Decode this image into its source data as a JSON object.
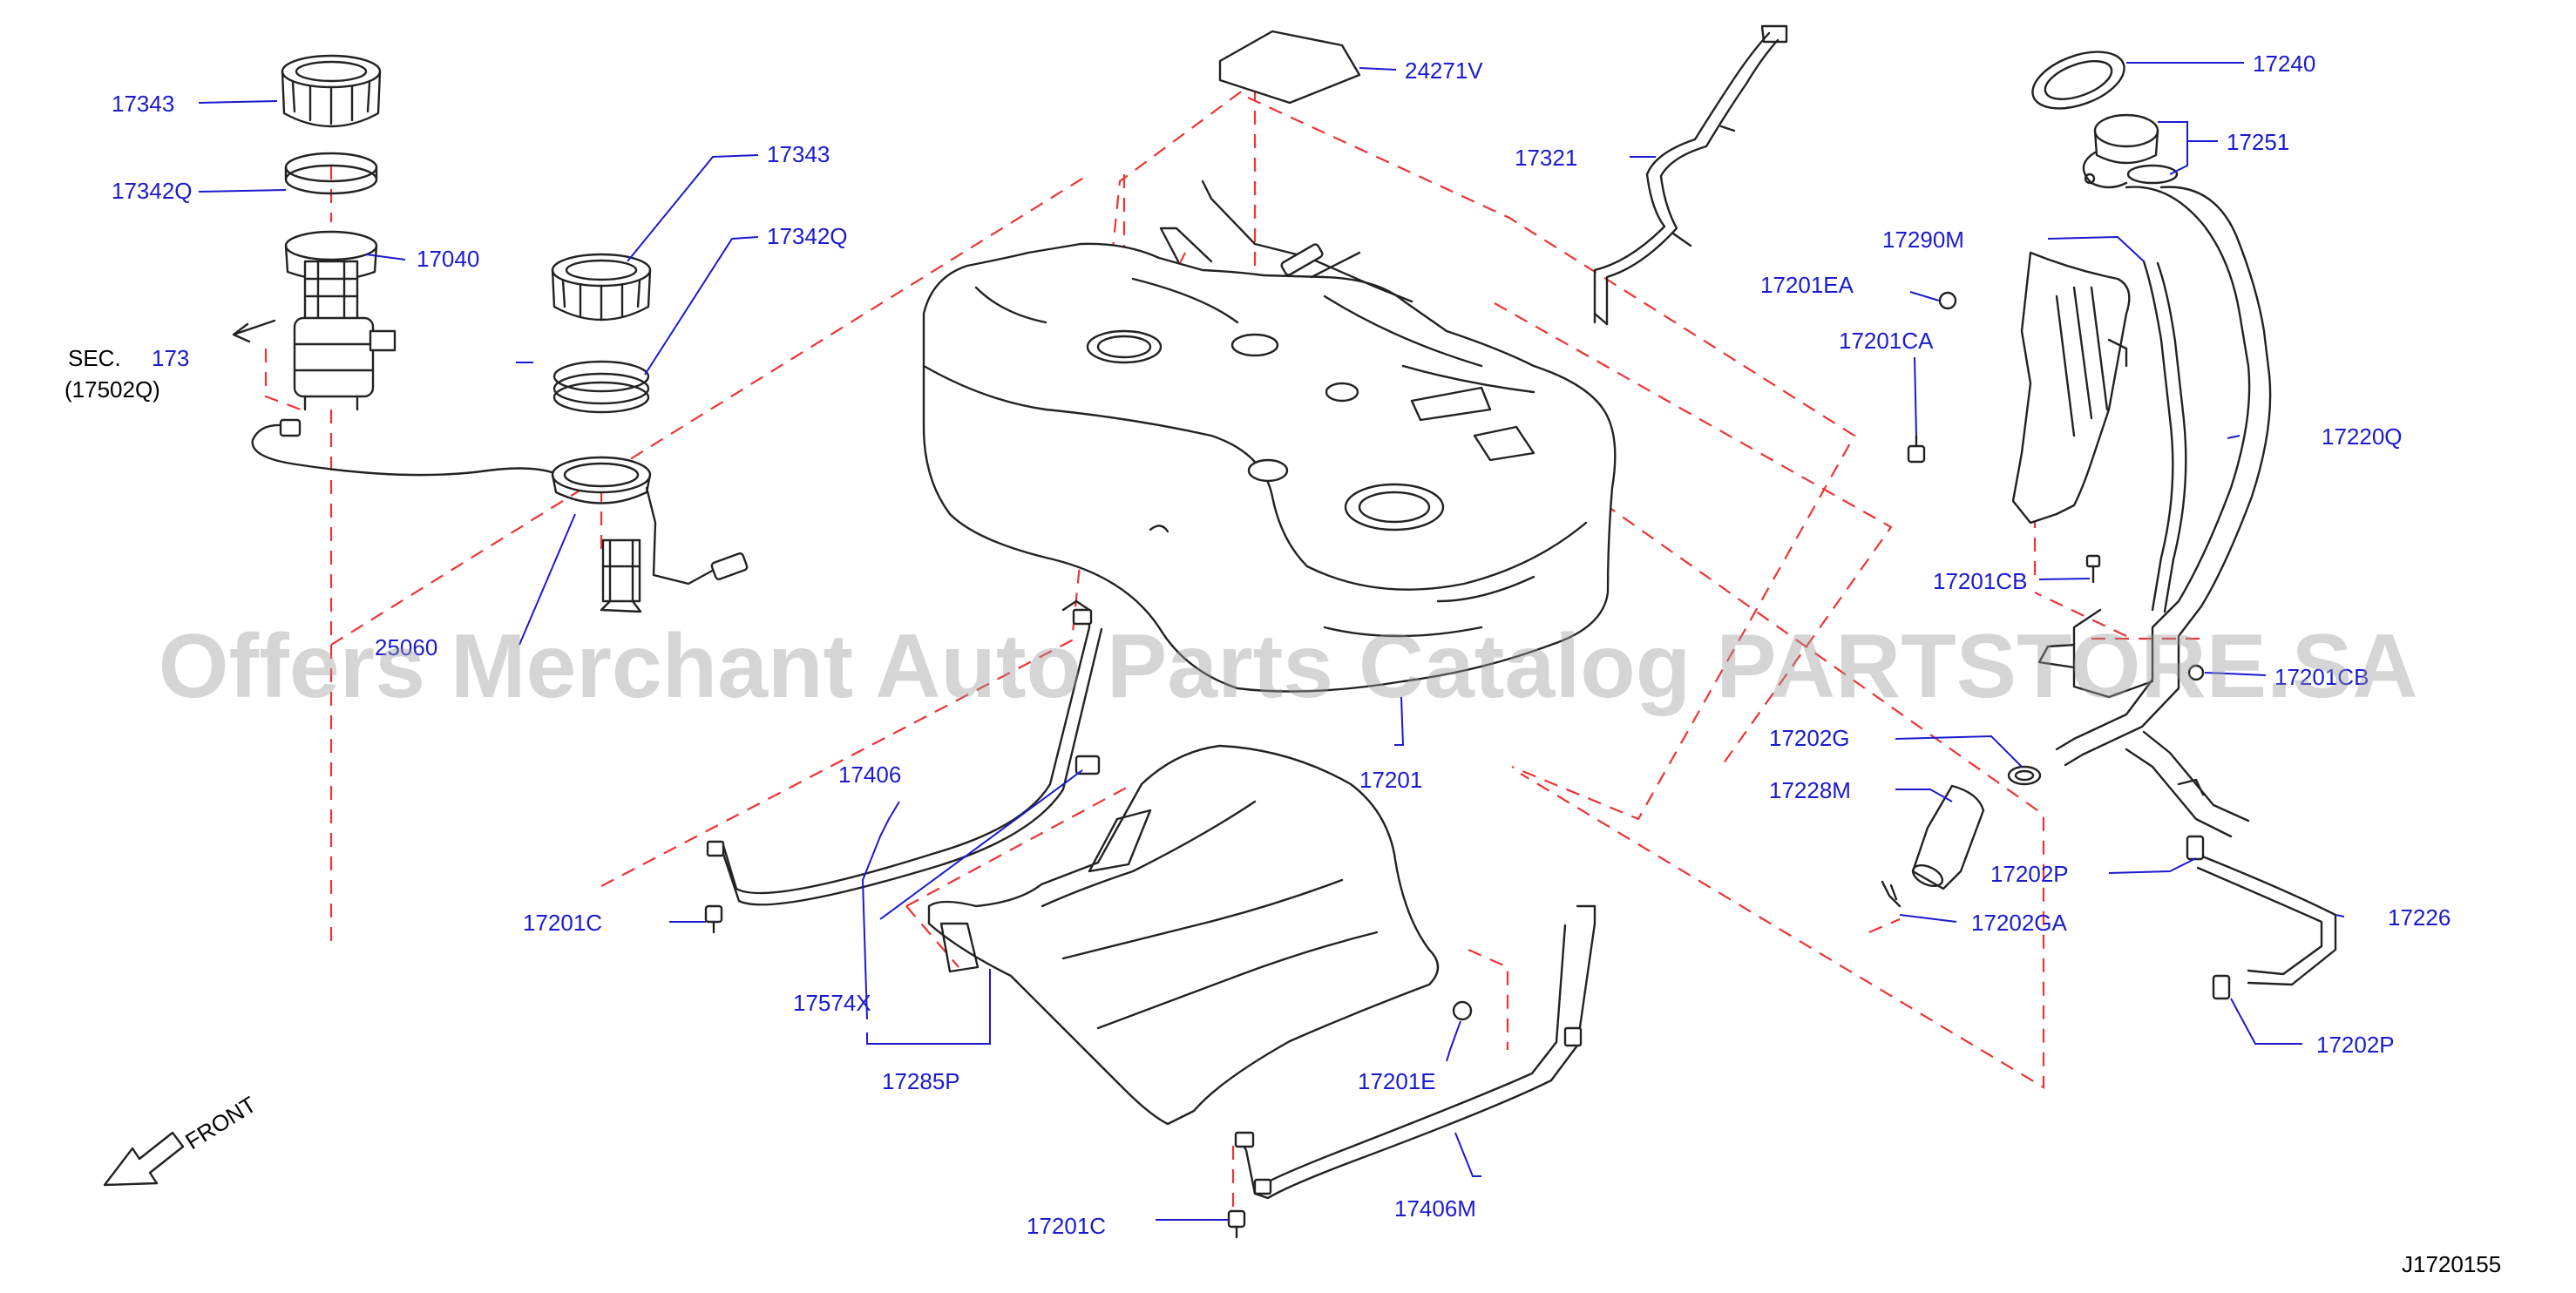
{
  "diagram_id": "J1720155",
  "watermark": "Offers Merchant Auto Parts Catalog PARTSTORE.SA",
  "front_label": "FRONT",
  "sec_ref": {
    "prefix": "SEC.",
    "number": "173",
    "sub": "(17502Q)"
  },
  "parts": {
    "p17343_a": "17343",
    "p17342q_a": "17342Q",
    "p17040": "17040",
    "p17343_b": "17343",
    "p17342q_b": "17342Q",
    "p25060": "25060",
    "p24271v": "24271V",
    "p17321": "17321",
    "p17240": "17240",
    "p17251": "17251",
    "p17290m": "17290M",
    "p17201ea": "17201EA",
    "p17201ca": "17201CA",
    "p17220q": "17220Q",
    "p17201cb_a": "17201CB",
    "p17201cb_b": "17201CB",
    "p17202g": "17202G",
    "p17228m": "17228M",
    "p17202p_a": "17202P",
    "p17226": "17226",
    "p17202ga": "17202GA",
    "p17202p_b": "17202P",
    "p17201": "17201",
    "p17406": "17406",
    "p17201c_a": "17201C",
    "p17574x": "17574X",
    "p17285p": "17285P",
    "p17201e": "17201E",
    "p17406m": "17406M",
    "p17201c_b": "17201C"
  },
  "colors": {
    "label": "#1a1ad0",
    "dashed_guide": "#ee3333",
    "linework": "#222222"
  }
}
